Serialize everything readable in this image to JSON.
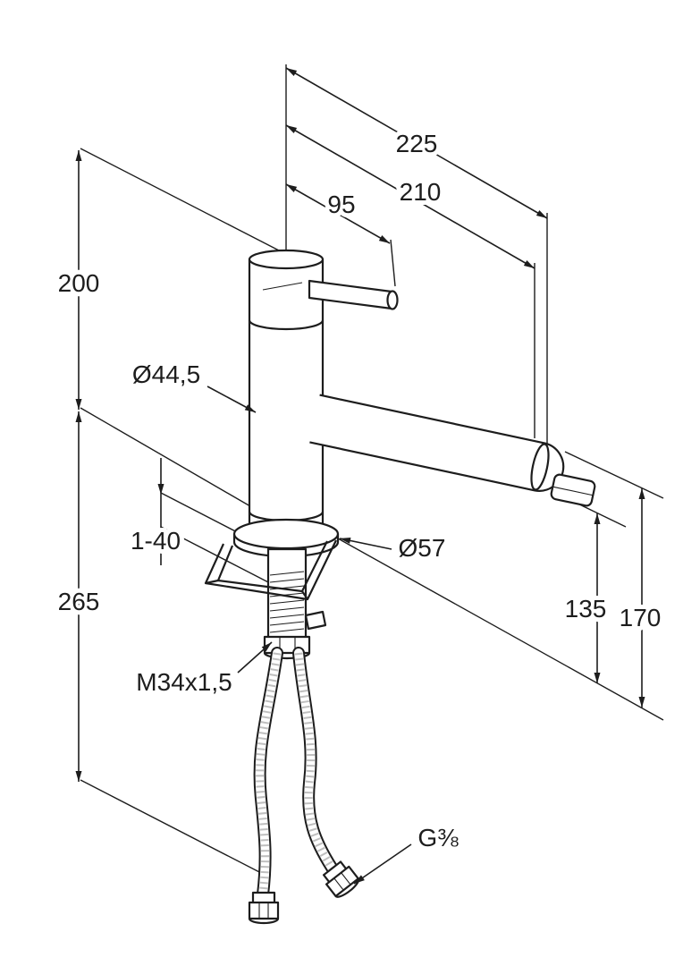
{
  "drawing": {
    "background": "#ffffff",
    "line_color": "#1d1d1d",
    "labels": {
      "projection_overall": "225",
      "projection_spout": "210",
      "handle_length": "95",
      "height_above_deck": "200",
      "body_diameter": "Ø44,5",
      "deck_clamp_range": "1-40",
      "height_below_deck": "265",
      "base_diameter": "Ø57",
      "outlet_height": "135",
      "spout_height": "170",
      "mounting_thread": "M34x1,5",
      "hose_thread": "G⅜"
    }
  }
}
